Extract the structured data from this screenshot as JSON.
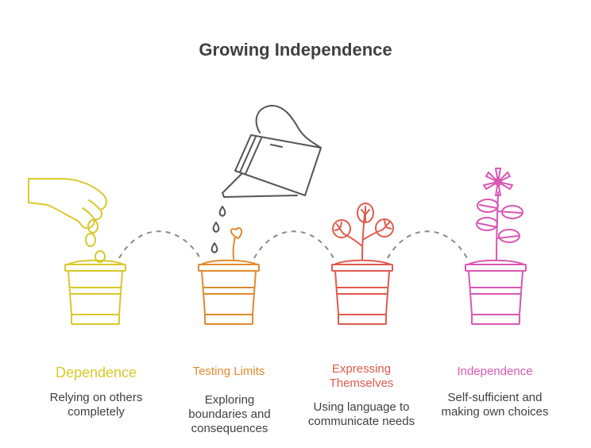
{
  "title": "Growing Independence",
  "stages": [
    {
      "label": "Dependence",
      "description": "Relying on others completely",
      "color": "#d8c92a"
    },
    {
      "label": "Testing Limits",
      "description": "Exploring boundaries and consequences",
      "color": "#e08a2e"
    },
    {
      "label": "Expressing Themselves",
      "description": "Using language to communicate needs",
      "color": "#e05a4e"
    },
    {
      "label": "Independence",
      "description": "Self-sufficient and making own choices",
      "color": "#d957b4"
    }
  ]
}
